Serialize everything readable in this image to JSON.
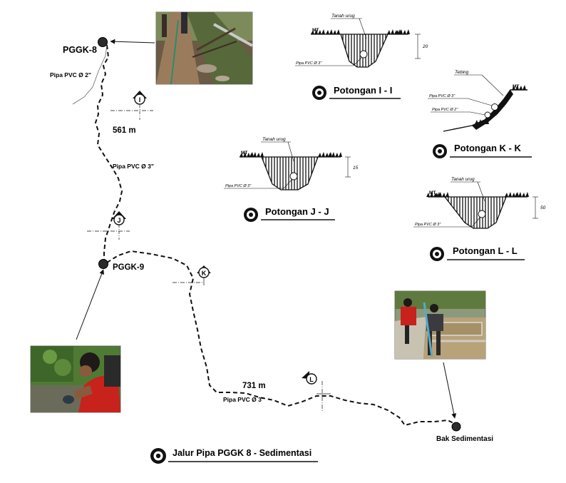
{
  "route_title": "Jalur Pipa PGGK 8 - Sedimentasi",
  "nodes": {
    "pggk8": "PGGK-8",
    "pggk9": "PGGK-9",
    "bak": "Bak Sedimentasi"
  },
  "route_labels": {
    "pipe_pvc_2": "Pipa PVC Ø 2\"",
    "pipe_pvc_3_upper": "Pipa PVC Ø 3\"",
    "pipe_pvc_3_lower": "Pipa PVC Ø 3\"",
    "length_upper": "561 m",
    "length_lower": "731 m"
  },
  "section_markers": [
    "I",
    "J",
    "K",
    "L"
  ],
  "sections": {
    "i": {
      "title": "Potongan I - I",
      "fill_label": "Tanah urug",
      "ground_label": "MT",
      "pipe_label": "Pipa PVC Ø 3\"",
      "depth": "20"
    },
    "j": {
      "title": "Potongan J - J",
      "fill_label": "Tanah urug",
      "ground_label": "MT",
      "pipe_label": "Pipa PVC Ø 3\"",
      "depth": "15"
    },
    "k": {
      "title": "Potongan K - K",
      "cliff_label": "Tebing",
      "ground_label": "MT",
      "pipe_label_a": "Pipa PVC Ø 3\"",
      "pipe_label_b": "Pipa PVC Ø 2\""
    },
    "l": {
      "title": "Potongan L - L",
      "fill_label": "Tanah urug",
      "ground_label": "MT",
      "pipe_label": "Pipa PVC Ø 3\"",
      "depth": "50"
    }
  },
  "colors": {
    "line": "#111111",
    "photo_soil": "#8a6a4a",
    "photo_foliage": "#4f7a33",
    "jacket_red": "#c8221c",
    "water": "#b8a27a"
  }
}
